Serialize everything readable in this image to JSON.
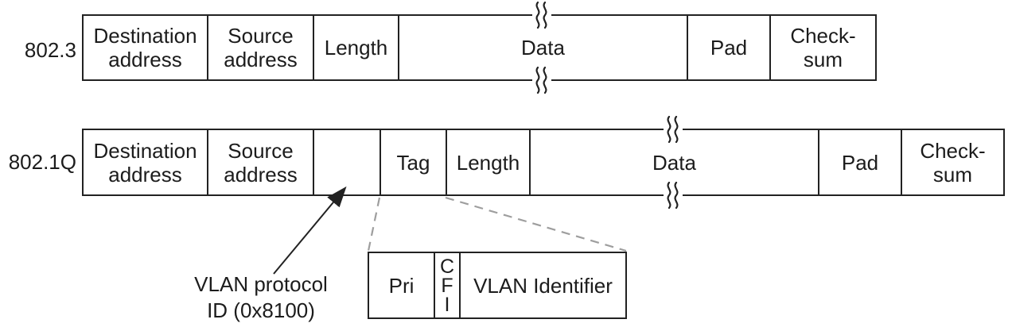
{
  "diagram": {
    "title_hint": "IEEE 802.3 (legacy) and 802.1Q Ethernet frame formats",
    "row_8023": {
      "label": "802.3",
      "cells": [
        {
          "label": "Destination\naddress"
        },
        {
          "label": "Source\naddress"
        },
        {
          "label": "Length"
        },
        {
          "label": "Data"
        },
        {
          "label": "Pad"
        },
        {
          "label": "Check-\nsum"
        }
      ]
    },
    "row_8021q": {
      "label": "802.1Q",
      "cells": [
        {
          "label": "Destination\naddress"
        },
        {
          "label": "Source\naddress"
        },
        {
          "label": ""
        },
        {
          "label": "Tag"
        },
        {
          "label": "Length"
        },
        {
          "label": "Data"
        },
        {
          "label": "Pad"
        },
        {
          "label": "Check-\nsum"
        }
      ]
    },
    "tag_detail": {
      "cells": [
        {
          "label": "Pri"
        },
        {
          "label": "C\nF\nI"
        },
        {
          "label": "VLAN Identifier"
        }
      ]
    },
    "annotation": {
      "label": "VLAN protocol\nID (0x8100)"
    },
    "colors": {
      "line": "#222222",
      "dashed_line": "#9e9e9e",
      "text": "#1c1c1c",
      "background": "#ffffff"
    }
  }
}
